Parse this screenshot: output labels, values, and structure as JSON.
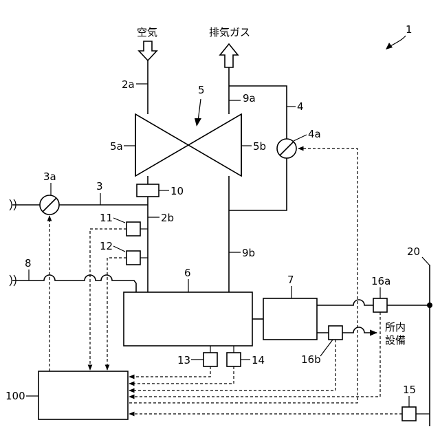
{
  "labels": {
    "fig_ref": "1",
    "air": "空気",
    "exhaust": "排気ガス",
    "facility_line1": "所内",
    "facility_line2": "設備"
  },
  "refs": {
    "r2a": "2a",
    "r2b": "2b",
    "r3": "3",
    "r3a": "3a",
    "r4": "4",
    "r4a": "4a",
    "r5": "5",
    "r5a": "5a",
    "r5b": "5b",
    "r6": "6",
    "r7": "7",
    "r8": "8",
    "r9a": "9a",
    "r9b": "9b",
    "r10": "10",
    "r11": "11",
    "r12": "12",
    "r13": "13",
    "r14": "14",
    "r15": "15",
    "r16a": "16a",
    "r16b": "16b",
    "r20": "20",
    "r100": "100"
  }
}
